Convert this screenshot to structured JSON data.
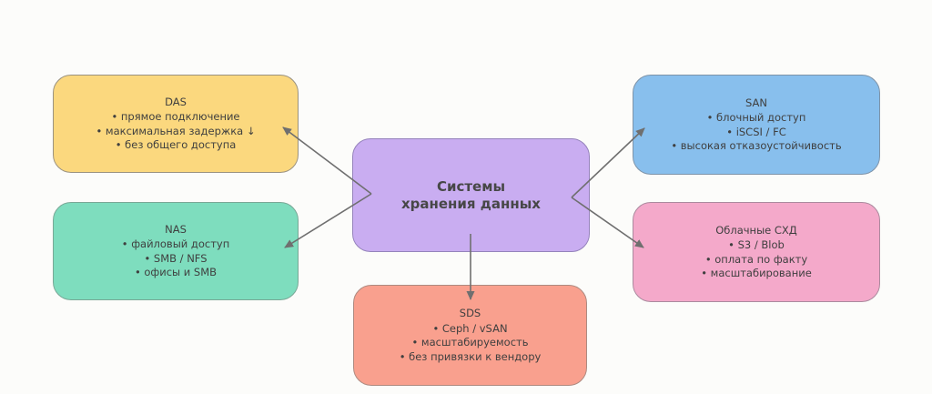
{
  "diagram": {
    "title": "Системы хранения данных",
    "center": {
      "line1": "Системы",
      "line2": "хранения данных",
      "fill": "#c9adf1"
    },
    "nodes": {
      "das": {
        "title": "DAS",
        "bullets": [
          "• прямое подключение",
          "• максимальная задержка ↓",
          "• без общего доступа"
        ],
        "fill": "#fbd87e"
      },
      "san": {
        "title": "SAN",
        "bullets": [
          "• блочный доступ",
          "• iSCSI / FC",
          "• высокая отказоустойчивость"
        ],
        "fill": "#88bfed"
      },
      "nas": {
        "title": "NAS",
        "bullets": [
          "• файловый доступ",
          "• SMB / NFS",
          "• офисы и SMB"
        ],
        "fill": "#7eddbe"
      },
      "cloud": {
        "title": "Облачные СХД",
        "bullets": [
          "• S3 / Blob",
          "• оплата по факту",
          "• масштабирование"
        ],
        "fill": "#f4a9ca"
      },
      "sds": {
        "title": "SDS",
        "bullets": [
          "• Ceph / vSAN",
          "• масштабируемость",
          "• без привязки к вендору"
        ],
        "fill": "#f9a08e"
      }
    },
    "edges": [
      {
        "from": "center",
        "to": "das"
      },
      {
        "from": "center",
        "to": "nas"
      },
      {
        "from": "center",
        "to": "san"
      },
      {
        "from": "center",
        "to": "cloud"
      },
      {
        "from": "center",
        "to": "sds"
      }
    ],
    "colors": {
      "arrow": "#6f6f6f",
      "text": "#3f3f3f",
      "background": "#fcfcfa"
    }
  }
}
